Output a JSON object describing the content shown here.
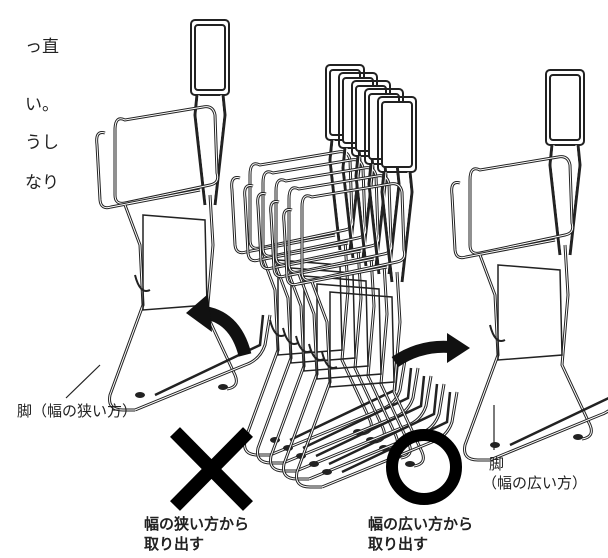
{
  "side_text": {
    "line1": "っ直",
    "line2": "い。",
    "line3": "うし",
    "line4": "なり"
  },
  "labels": {
    "narrow_leg": "脚（幅の狭い方）",
    "wide_leg_1": "脚",
    "wide_leg_2": "（幅の広い方）"
  },
  "captions": {
    "wrong_1": "幅の狭い方から",
    "wrong_2": "取り出す",
    "right_1": "幅の広い方から",
    "right_2": "取り出す"
  }
}
